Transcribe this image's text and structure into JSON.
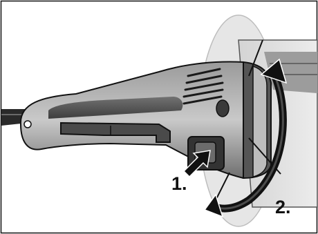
{
  "figure": {
    "steps": [
      {
        "label": "1.",
        "meaning": "press-lock-button"
      },
      {
        "label": "2.",
        "meaning": "rotate-housing"
      }
    ],
    "colors": {
      "line": "#111111",
      "tool_dark": "#3a3a3a",
      "tool_mid": "#8a8a8a",
      "tool_light": "#c8c8c8",
      "disc_fill": "#e6e6e6"
    }
  }
}
